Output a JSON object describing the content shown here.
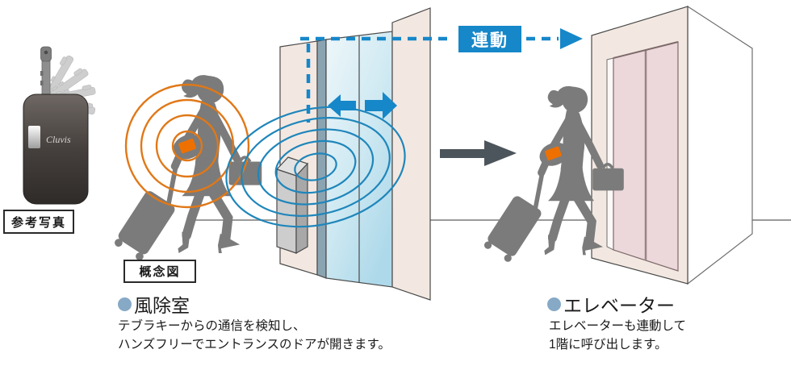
{
  "reference_photo": {
    "label": "参考写真",
    "device_brand": "Cluvis"
  },
  "concept": {
    "label": "概念図"
  },
  "linkage": {
    "label": "連動"
  },
  "sections": {
    "vestibule": {
      "heading": "風除室",
      "body_line1": "テブラキーからの通信を検知し、",
      "body_line2": "ハンズフリーでエントランスのドアが開きます。"
    },
    "elevator": {
      "heading": "エレベーター",
      "body_line1": "エレベーターも連動して",
      "body_line2": "1階に呼び出します。"
    }
  },
  "colors": {
    "accent_blue": "#1687c9",
    "signal_blue": "#1f86bb",
    "signal_orange": "#e07818",
    "key_tag_orange": "#ee7000",
    "silhouette_gray": "#7b7b7b",
    "wall_beige": "#f3e8e1",
    "elevator_door_pink": "#ecd7db",
    "heading_bullet_blue": "#86a9c6"
  }
}
